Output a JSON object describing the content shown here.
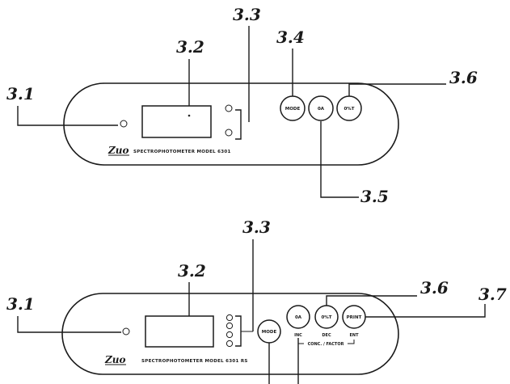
{
  "top_panel": {
    "model_text": "SPECTROPHOTOMETER MODEL 6301",
    "logo": "Zuo",
    "callouts": {
      "c31": "3.1",
      "c32": "3.2",
      "c33": "3.3",
      "c34": "3.4",
      "c35": "3.5",
      "c36": "3.6"
    },
    "buttons": {
      "mode": "MODE",
      "oa": "0A",
      "tt": "0%T"
    }
  },
  "bottom_panel": {
    "model_text": "SPECTROPHOTOMETER MODEL 6301 RS",
    "logo": "Zuo",
    "callouts": {
      "c31": "3.1",
      "c32": "3.2",
      "c33": "3.3",
      "c36": "3.6",
      "c37": "3.7"
    },
    "buttons": {
      "mode": "MODE",
      "oa": "0A",
      "tt": "0%T",
      "print": "PRINT"
    },
    "sub_labels": {
      "inc": "INC",
      "dec": "DEC",
      "ent": "ENT",
      "conc_factor": "CONC. / FACTOR"
    }
  }
}
